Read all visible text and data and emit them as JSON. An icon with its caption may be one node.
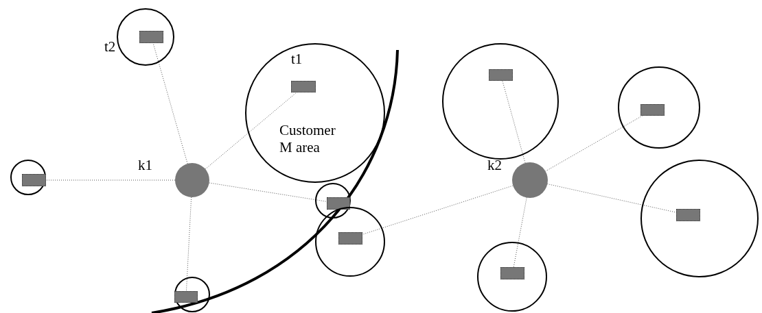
{
  "diagram": {
    "nodes": [
      {
        "text": [
          "t2"
        ]
      },
      {
        "text": [],
        "shape": "box",
        "in": 0
      },
      {
        "text": [
          "t1",
          "Customer M area"
        ]
      },
      {
        "text": [],
        "shape": "box",
        "in": 2
      },
      {
        "text": [],
        "shape": "circle"
      },
      {
        "text": [],
        "shape": "box",
        "in": 4
      },
      {
        "text": [
          "k1"
        ]
      },
      {
        "text": [],
        "shape": "circle"
      },
      {
        "text": [],
        "shape": "box",
        "in": 7
      },
      {
        "text": [],
        "shape": "circle"
      },
      {
        "text": [],
        "shape": "box",
        "in": 9
      },
      {
        "text": [],
        "shape": "circle"
      },
      {
        "text": [],
        "shape": "box",
        "in": 11
      },
      {
        "text": [],
        "shape": "circle"
      },
      {
        "text": [],
        "shape": "box",
        "in": 13
      },
      {
        "text": [],
        "shape": "circle"
      },
      {
        "text": [],
        "shape": "box",
        "in": 15
      },
      {
        "text": [
          "k2"
        ]
      },
      {
        "text": [],
        "shape": "circle"
      },
      {
        "text": [],
        "shape": "box",
        "in": 18
      },
      {
        "text": [],
        "shape": "circle"
      },
      {
        "text": [],
        "shape": "box",
        "in": 20
      }
    ],
    "edges": [
      {
        "from": 6,
        "to": 1,
        "arrow": "none"
      },
      {
        "from": 6,
        "to": 3,
        "arrow": "none"
      },
      {
        "from": 6,
        "to": 5,
        "arrow": "none"
      },
      {
        "from": 6,
        "to": 8,
        "arrow": "none"
      },
      {
        "from": 6,
        "to": 12,
        "arrow": "none"
      },
      {
        "from": 17,
        "to": 10,
        "arrow": "none"
      },
      {
        "from": 17,
        "to": 14,
        "arrow": "none"
      },
      {
        "from": 17,
        "to": 16,
        "arrow": "none"
      },
      {
        "from": 17,
        "to": 19,
        "arrow": "none"
      },
      {
        "from": 17,
        "to": 21,
        "arrow": "none"
      }
    ]
  }
}
